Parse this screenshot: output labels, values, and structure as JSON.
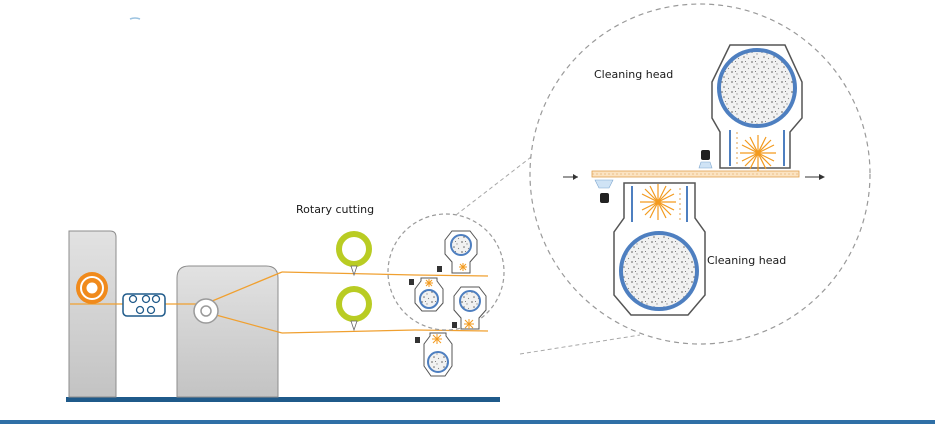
{
  "labels": {
    "rotary_cutting": "Rotary cutting",
    "cleaning_head_top": "Cleaning head",
    "cleaning_head_bottom": "Cleaning head"
  },
  "colors": {
    "web_line": "#f0a030",
    "machine_gray": "#cfcfcf",
    "machine_edge": "#8c8c8c",
    "unwind_roll": "#f08a1c",
    "cutting_ring": "#b9cc23",
    "drum_blue": "#4e7fc0",
    "floor_blue": "#1f5a8a",
    "burst_orange": "#f39a1e",
    "housing_line": "#555555",
    "dash_gray": "#9a9a9a"
  },
  "icons": [
    "unwind-roll-icon",
    "guide-rollers-icon",
    "idler-roller-icon",
    "rotary-cutter-icon",
    "cleaning-head-icon",
    "vacuum-nozzle-icon",
    "brush-burst-icon",
    "web-direction-arrow-icon"
  ]
}
